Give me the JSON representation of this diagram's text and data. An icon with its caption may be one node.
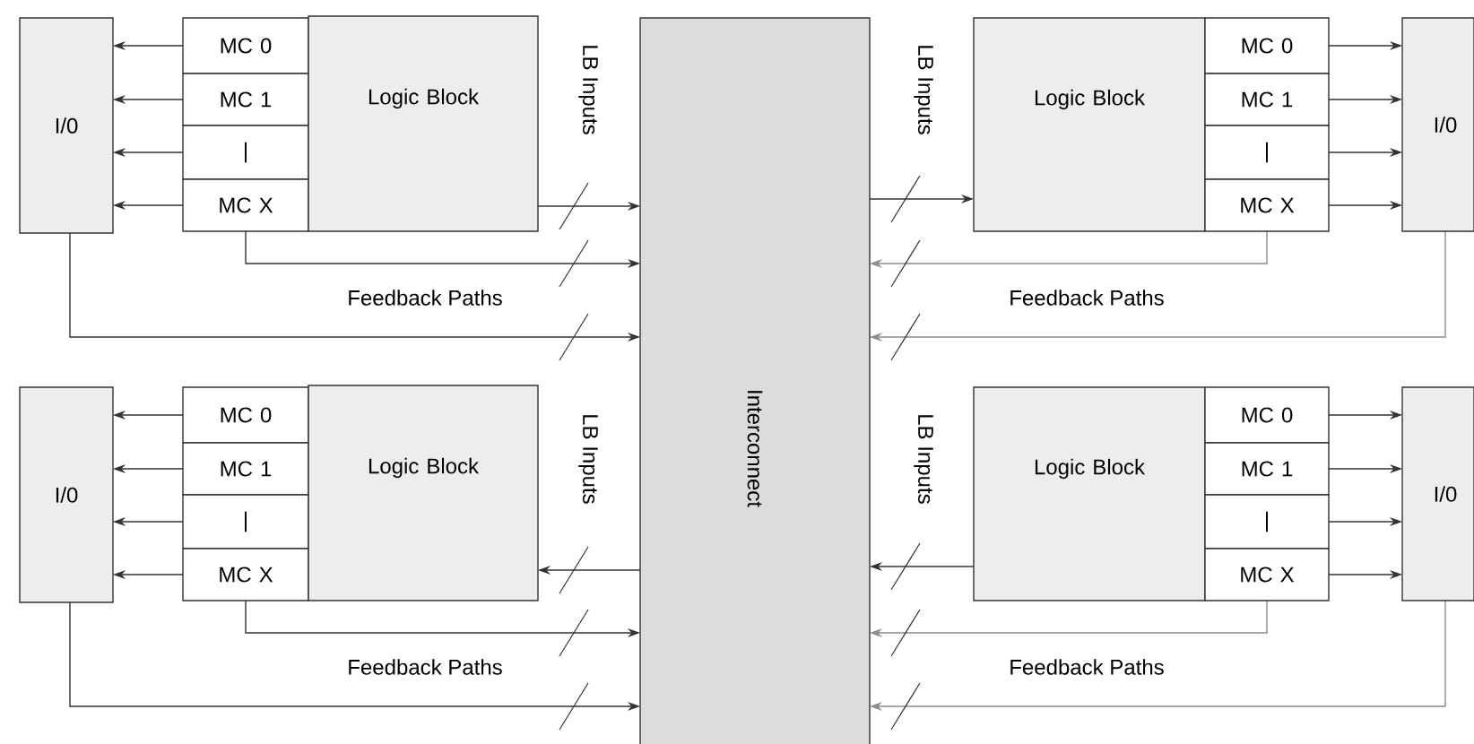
{
  "diagram": {
    "nodes": [
      {
        "text": [
          "I/0"
        ]
      },
      {
        "text": [
          "MC 0"
        ]
      },
      {
        "text": [
          "MC 1"
        ]
      },
      {
        "text": [
          "|"
        ]
      },
      {
        "text": [
          "MC X"
        ]
      },
      {
        "text": [
          "Logic Block"
        ]
      },
      {
        "text": [
          "Interconnect"
        ]
      },
      {
        "text": [
          "Logic Block"
        ]
      },
      {
        "text": [
          "MC 0"
        ]
      },
      {
        "text": [
          "MC 1"
        ]
      },
      {
        "text": [
          "|"
        ]
      },
      {
        "text": [
          "MC X"
        ]
      },
      {
        "text": [
          "I/0"
        ]
      },
      {
        "text": [
          "I/0"
        ]
      },
      {
        "text": [
          "MC 0"
        ]
      },
      {
        "text": [
          "MC 1"
        ]
      },
      {
        "text": [
          "|"
        ]
      },
      {
        "text": [
          "MC X"
        ]
      },
      {
        "text": [
          "Logic Block"
        ]
      },
      {
        "text": [
          "Logic Block"
        ]
      },
      {
        "text": [
          "MC 0"
        ]
      },
      {
        "text": [
          "MC 1"
        ]
      },
      {
        "text": [
          "|"
        ]
      },
      {
        "text": [
          "MC X"
        ]
      },
      {
        "text": [
          "I/0"
        ]
      }
    ],
    "edges": [
      {
        "from": 1,
        "to": 0,
        "arrow": "to"
      },
      {
        "from": 2,
        "to": 0,
        "arrow": "to"
      },
      {
        "from": 3,
        "to": 0,
        "arrow": "to"
      },
      {
        "from": 4,
        "to": 0,
        "arrow": "to"
      },
      {
        "from": 5,
        "to": 6,
        "arrow": "to"
      },
      {
        "from": 4,
        "to": 6,
        "arrow": "to"
      },
      {
        "from": 0,
        "to": 6,
        "arrow": "to"
      },
      {
        "from": 8,
        "to": 12,
        "arrow": "to"
      },
      {
        "from": 9,
        "to": 12,
        "arrow": "to"
      },
      {
        "from": 10,
        "to": 12,
        "arrow": "to"
      },
      {
        "from": 11,
        "to": 12,
        "arrow": "to"
      },
      {
        "from": 6,
        "to": 7,
        "arrow": "to"
      },
      {
        "from": 11,
        "to": 6,
        "arrow": "to",
        "color": "#8c8c8c"
      },
      {
        "from": 12,
        "to": 6,
        "arrow": "to",
        "color": "#8c8c8c"
      },
      {
        "from": 14,
        "to": 13,
        "arrow": "to"
      },
      {
        "from": 15,
        "to": 13,
        "arrow": "to"
      },
      {
        "from": 16,
        "to": 13,
        "arrow": "to"
      },
      {
        "from": 17,
        "to": 13,
        "arrow": "to"
      },
      {
        "from": 6,
        "to": 18,
        "arrow": "to"
      },
      {
        "from": 17,
        "to": 6,
        "arrow": "to"
      },
      {
        "from": 13,
        "to": 6,
        "arrow": "to"
      },
      {
        "from": 20,
        "to": 24,
        "arrow": "to"
      },
      {
        "from": 21,
        "to": 24,
        "arrow": "to"
      },
      {
        "from": 22,
        "to": 24,
        "arrow": "to"
      },
      {
        "from": 23,
        "to": 24,
        "arrow": "to"
      },
      {
        "from": 19,
        "to": 6,
        "arrow": "to"
      },
      {
        "from": 23,
        "to": 6,
        "arrow": "to",
        "color": "#8c8c8c"
      },
      {
        "from": 24,
        "to": 6,
        "arrow": "to",
        "color": "#8c8c8c"
      }
    ],
    "labels": [
      "LB Inputs",
      "LB Inputs",
      "Feedback Paths",
      "Feedback Paths",
      "LB Inputs",
      "LB Inputs",
      "Feedback Paths",
      "Feedback Paths"
    ]
  }
}
